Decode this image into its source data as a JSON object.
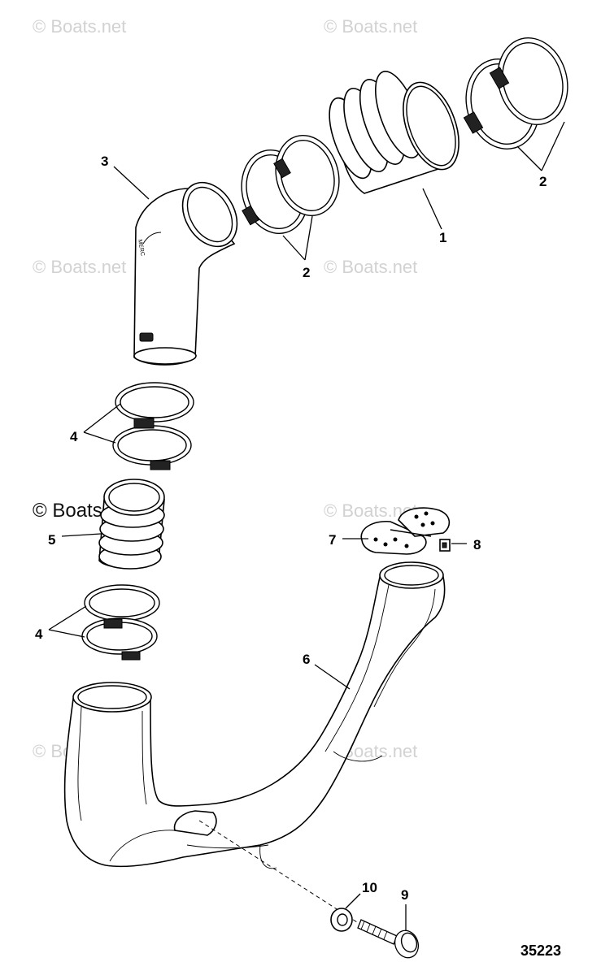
{
  "watermarks": [
    "© Boats.net",
    "© Boats.net",
    "© Boats.net",
    "© Boats.net",
    "© Boats.net",
    "© Boats.net",
    "© Boats.net",
    "© Boats.net"
  ],
  "callouts": {
    "c1": "1",
    "c2a": "2",
    "c2b": "2",
    "c3": "3",
    "c4a": "4",
    "c4b": "4",
    "c5": "5",
    "c6": "6",
    "c7": "7",
    "c8": "8",
    "c9": "9",
    "c10": "10"
  },
  "figure_number": "35223"
}
